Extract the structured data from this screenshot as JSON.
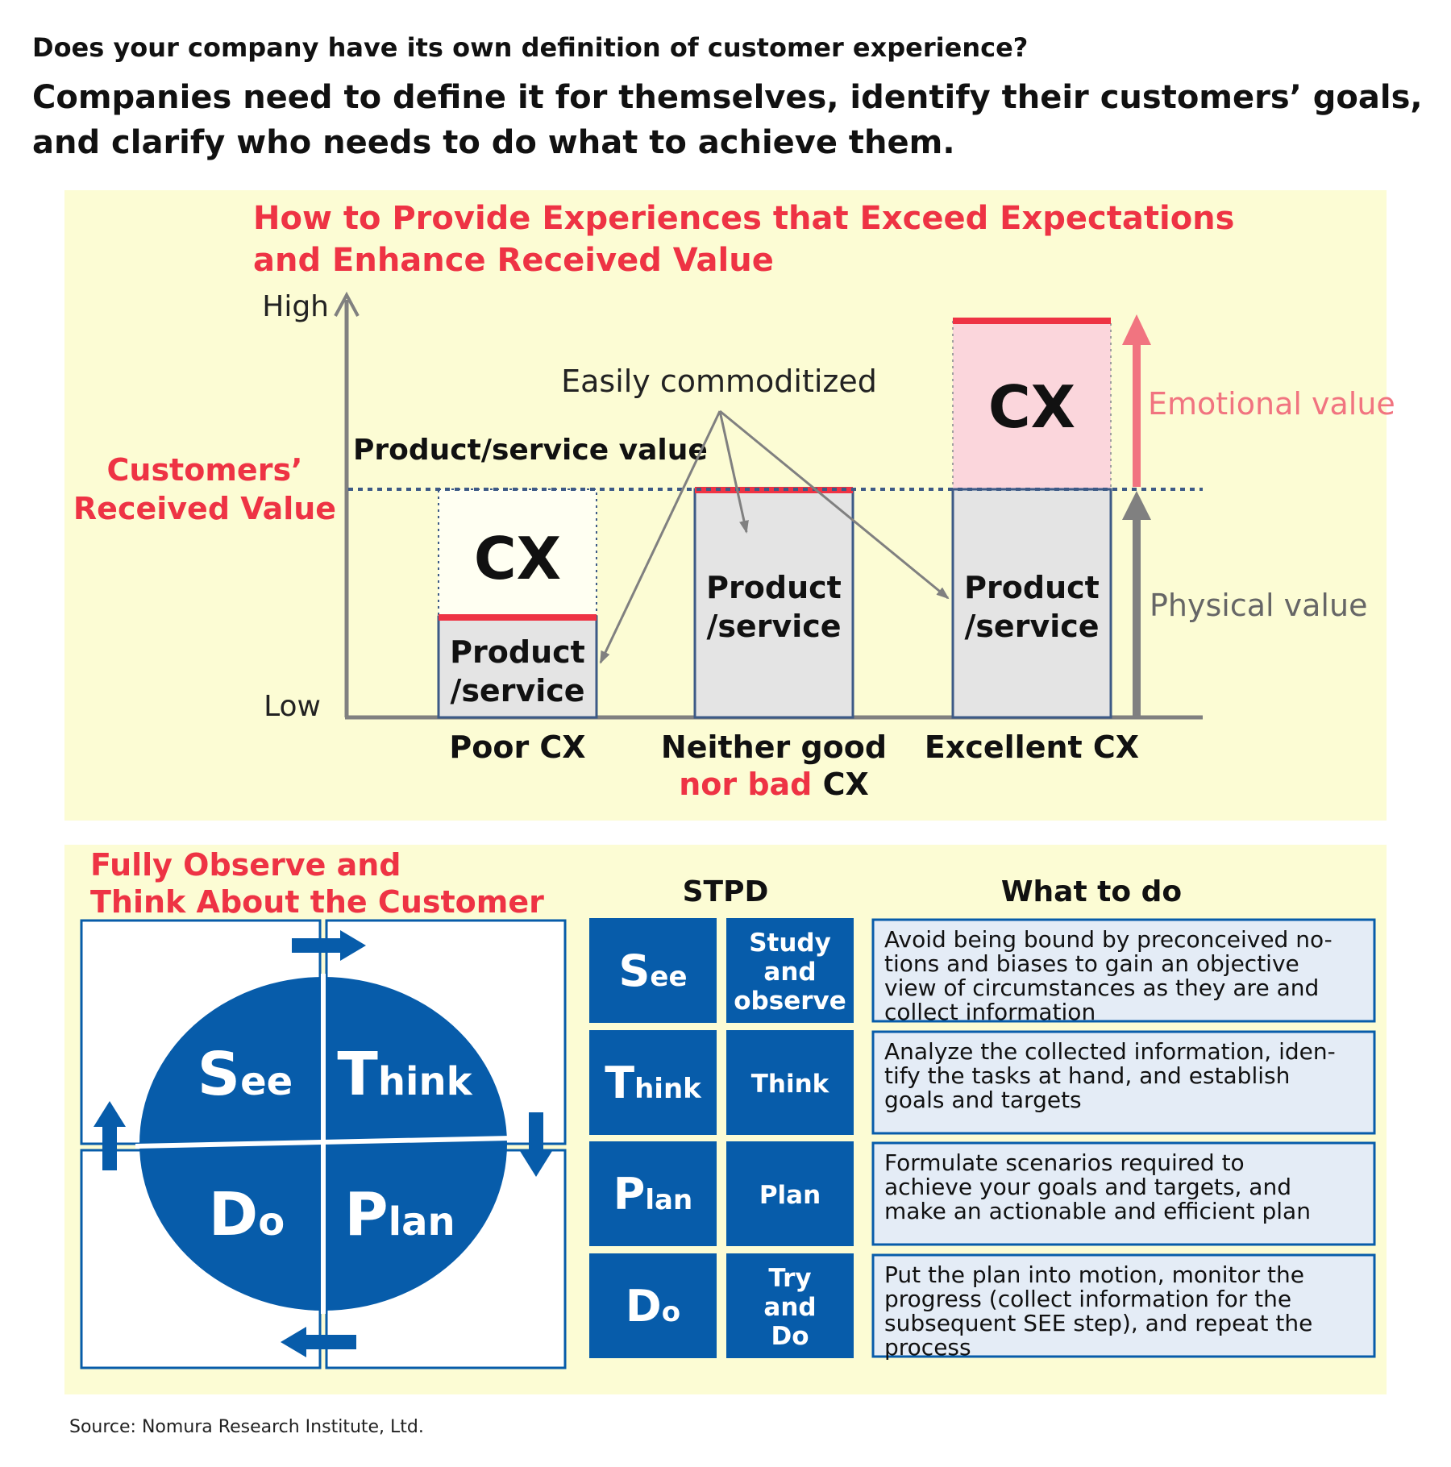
{
  "header": {
    "question": "Does your company have its own definition of customer experience?",
    "lead_line1": "Companies need to define it for themselves, identify their customers’ goals,",
    "lead_line2": "and clarify who needs to do what to achieve them."
  },
  "colors": {
    "panel_bg": "#fcfcd4",
    "accent_red": "#ee3344",
    "pink_fill": "#fbd6dc",
    "pink_arrow": "#f17480",
    "grey_fill": "#e4e4e4",
    "grey_line": "#808080",
    "dotted_line": "#3d5a86",
    "blue": "#075caa",
    "light_blue_box": "#e4ecf6"
  },
  "cx_chart": {
    "title_line1": "How to Provide Experiences that Exceed Expectations",
    "title_line2": "and Enhance Received Value",
    "axis_high": "High",
    "axis_low": "Low",
    "y_label_line1": "Customers’",
    "y_label_line2": "Received Value",
    "reference_label": "Product/service value",
    "callout": "Easily commoditized",
    "emotional_value": "Emotional value",
    "physical_value": "Physical value",
    "bars": [
      {
        "cx_label": "CX",
        "ps_line1": "Product",
        "ps_line2": "/service",
        "category_line1": "Poor CX",
        "category_line2": ""
      },
      {
        "cx_label": "",
        "ps_line1": "Product",
        "ps_line2": "/service",
        "category_line1": "Neither good",
        "category_line2a": "nor bad",
        "category_line2b": " CX"
      },
      {
        "cx_label": "CX",
        "ps_line1": "Product",
        "ps_line2": "/service",
        "category_line1": "Excellent CX",
        "category_line2": ""
      }
    ]
  },
  "stpd": {
    "title_line1": "Fully Observe and",
    "title_line2": "Think About the Customer",
    "col_stpd": "STPD",
    "col_what": "What to do",
    "cycle": [
      {
        "initial": "S",
        "rest": "ee"
      },
      {
        "initial": "T",
        "rest": "hink"
      },
      {
        "initial": "D",
        "rest": "o"
      },
      {
        "initial": "P",
        "rest": "lan"
      }
    ],
    "rows": [
      {
        "initial": "S",
        "rest": "ee",
        "meaning": [
          "Study",
          "and",
          "observe"
        ],
        "desc": [
          "Avoid being bound by preconceived no-",
          "tions and biases to gain an objective",
          "view of circumstances as they are and",
          "collect information"
        ]
      },
      {
        "initial": "T",
        "rest": "hink",
        "meaning": [
          "Think"
        ],
        "desc": [
          "Analyze the collected information, iden-",
          "tify the tasks at hand, and establish",
          "goals and targets"
        ]
      },
      {
        "initial": "P",
        "rest": "lan",
        "meaning": [
          "Plan"
        ],
        "desc": [
          "Formulate scenarios required to",
          "achieve your goals and targets, and",
          "make an actionable and efficient plan"
        ]
      },
      {
        "initial": "D",
        "rest": "o",
        "meaning": [
          "Try",
          "and",
          "Do"
        ],
        "desc": [
          "Put the plan into motion, monitor the",
          "progress (collect information for the",
          "subsequent SEE step), and repeat the",
          "process"
        ]
      }
    ]
  },
  "source": "Source: Nomura Research Institute, Ltd."
}
